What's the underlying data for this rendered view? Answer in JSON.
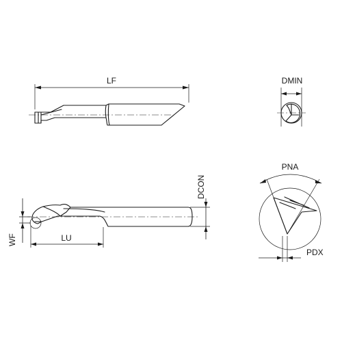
{
  "labels": {
    "lf": "LF",
    "dmin": "DMIN",
    "dcon": "DCON",
    "wf": "WF",
    "lu": "LU",
    "pna": "PNA",
    "pdx": "PDX"
  }
}
